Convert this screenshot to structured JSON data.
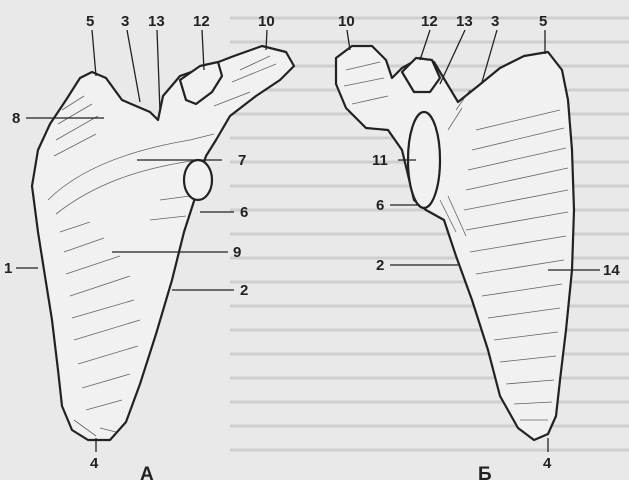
{
  "figure": {
    "view_a_letter": "А",
    "view_b_letter": "Б",
    "labels_a": [
      "5",
      "3",
      "13",
      "12",
      "10",
      "8",
      "7",
      "6",
      "1",
      "9",
      "2",
      "4"
    ],
    "labels_b": [
      "10",
      "12",
      "13",
      "3",
      "5",
      "11",
      "6",
      "2",
      "14",
      "4"
    ]
  }
}
